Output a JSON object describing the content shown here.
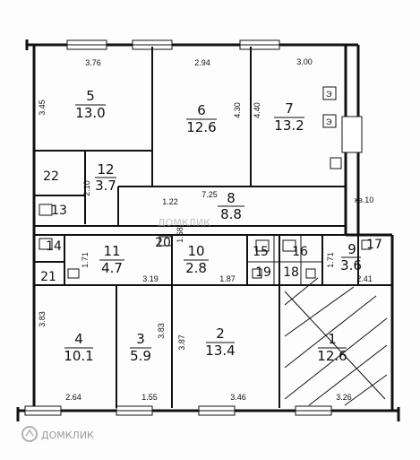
{
  "rooms": [
    {
      "id": "r5",
      "number": "5",
      "area": "13.0"
    },
    {
      "id": "r6",
      "number": "6",
      "area": "12.6"
    },
    {
      "id": "r7",
      "number": "7",
      "area": "13.2"
    },
    {
      "id": "r12",
      "number": "12",
      "area": "3.7"
    },
    {
      "id": "r8",
      "number": "8",
      "area": "8.8"
    },
    {
      "id": "r11",
      "number": "11",
      "area": "4.7"
    },
    {
      "id": "r10",
      "number": "10",
      "area": "2.8"
    },
    {
      "id": "r9",
      "number": "9",
      "area": "3.6"
    },
    {
      "id": "r4",
      "number": "4",
      "area": "10.1"
    },
    {
      "id": "r3",
      "number": "3",
      "area": "5.9"
    },
    {
      "id": "r2",
      "number": "2",
      "area": "13.4"
    },
    {
      "id": "r1",
      "number": "1",
      "area": "12.6"
    }
  ],
  "small_rooms": [
    "22",
    "13",
    "14",
    "20",
    "15",
    "16",
    "17",
    "21",
    "19",
    "18"
  ],
  "dimensions": [
    "3.76",
    "2.94",
    "3.00",
    "3.45",
    "4.30",
    "4.40",
    "2.10",
    "1.22",
    "7.25",
    "1.68",
    "1.71",
    "1.71",
    "3.19",
    "1.87",
    "2.41",
    "3.83",
    "3.83",
    "3.87",
    "2.64",
    "1.55",
    "3.46",
    "3.26"
  ],
  "apt_label": "кв.10",
  "symbols": {
    "electric": "Э"
  },
  "watermark": {
    "site": "ДОМКЛИК",
    "overlay": "ДОМКЛИК"
  }
}
